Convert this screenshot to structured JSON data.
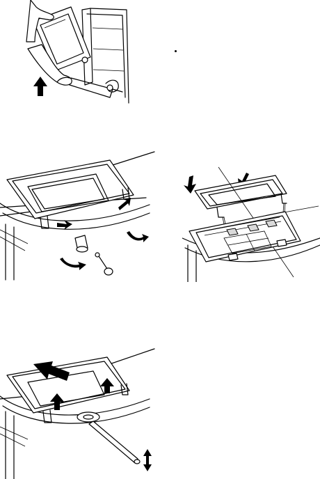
{
  "page": {
    "background": "#ffffff",
    "line_color": "#000000"
  },
  "figures": [
    {
      "id": "step-1",
      "name": "door-lift-illustration",
      "icons": [
        "hand-icon",
        "arrow-up-icon",
        "hinge-lever-icon"
      ]
    },
    {
      "id": "step-2",
      "name": "door-hinge-unlock-illustration",
      "icons": [
        "arrow-icon",
        "curved-arrow-icon",
        "screw-icon"
      ]
    },
    {
      "id": "step-3",
      "name": "door-glass-panel-refit-illustration",
      "icons": [
        "arrow-down-icon",
        "guide-line-icon"
      ]
    },
    {
      "id": "step-4",
      "name": "inner-glass-removal-illustration",
      "icons": [
        "arrow-up-icon",
        "double-arrow-icon",
        "key-tool-icon"
      ]
    }
  ]
}
